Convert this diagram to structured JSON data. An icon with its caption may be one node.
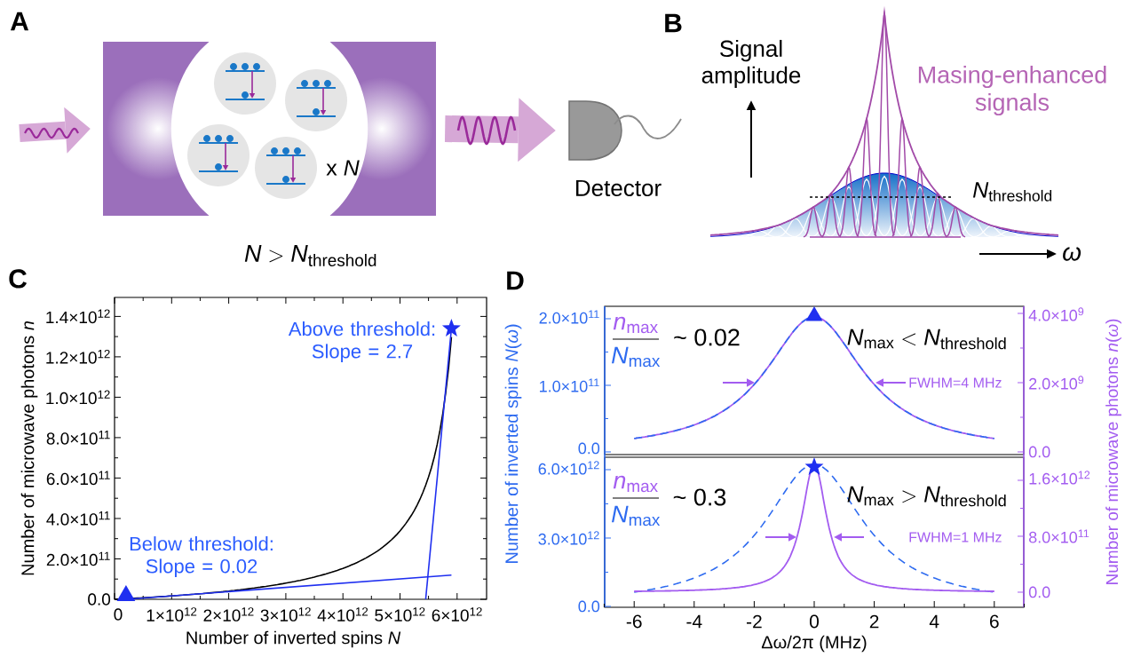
{
  "diagram": {
    "nodes": [
      {
        "text": [],
        "shape": "box",
        "beside": [
          "\\mathit{N} > \\mathit{N}_{\\mathrm{threshold}}"
        ]
      },
      {
        "text": [],
        "shape": "circle",
        "in": 0
      },
      {
        "text": [],
        "shape": "circle",
        "in": 0
      },
      {
        "text": [],
        "shape": "circle",
        "in": 0
      },
      {
        "text": [],
        "shape": "circle",
        "in": 0
      },
      {
        "text": [],
        "shape": "picture",
        "beside": [
          "Detector"
        ]
      }
    ],
    "edges": [
      {
        "from": null,
        "to": 0,
        "arrow": "to"
      },
      {
        "from": 0,
        "to": 5,
        "arrow": "to"
      }
    ],
    "labels": [
      "A",
      "x *N*",
      "B",
      "Signal amplitude",
      "Masing-enhanced signals",
      "\\mathit{N}_{\\mathrm{threshold}}",
      "*ω*",
      "C",
      "Above threshold: Slope = 2.7",
      "Below threshold: Slope = 0.02",
      "1.4×10$^{12}$",
      "1.2×10$^{12}$",
      "1.0×10$^{12}$",
      "8.0×10$^{11}$",
      "6.0×10$^{11}$",
      "4.0×10$^{11}$",
      "2.0×10$^{11}$",
      "0.0",
      "0",
      "1×10$^{12}$",
      "2×10$^{12}$",
      "3×10$^{12}$",
      "4×10$^{12}$",
      "5×10$^{12}$",
      "6×10$^{12}$",
      "Number of microwave photons *n*",
      "Number of inverted spins *N*",
      "D",
      "\\mathit{n}_{\\mathrm{max}}",
      "\\mathit{N}_{\\mathrm{max}}",
      "~ 0.02",
      "\\mathit{N}_{\\mathrm{max}} < \\mathit{N}_{\\mathrm{threshold}}",
      "FWHM=4 MHz",
      "2.0×10$^{11}$",
      "1.0×10$^{11}$",
      "0.0",
      "4.0×10$^{9}$",
      "2.0×10$^{9}$",
      "0.0",
      "\\mathit{n}_{\\mathrm{max}}",
      "\\mathit{N}_{\\mathrm{max}}",
      "~ 0.3",
      "\\mathit{N}_{\\mathrm{max}} > \\mathit{N}_{\\mathrm{threshold}}",
      "FWHM=1 MHz",
      "6.0×10$^{12}$",
      "3.0×10$^{12}$",
      "0.0",
      "1.6×10$^{12}$",
      "8.0×10$^{11}$",
      "0.0",
      "-6",
      "-4",
      "-2",
      "0",
      "2",
      "4",
      "6",
      "Number of inverted spins *N*(*ω*)",
      "Number of microwave photons *n*(*ω*)",
      "Δω/2π (MHz)"
    ]
  }
}
